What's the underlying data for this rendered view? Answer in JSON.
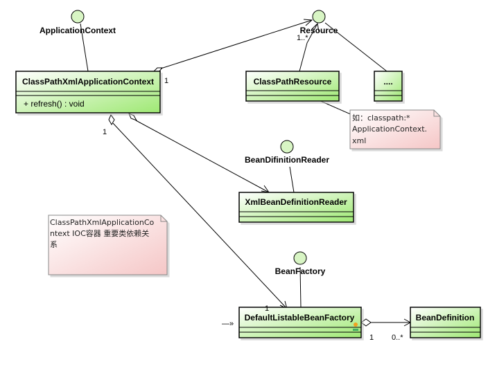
{
  "colors": {
    "class_fill_start": "#ffffff",
    "class_fill_end": "#9ee873",
    "note_fill_start": "#ffffff",
    "note_fill_end": "#f5c6c6",
    "lollipop_fill": "#d8f5c4"
  },
  "interfaces": {
    "application_context": "ApplicationContext",
    "resource": "Resource",
    "bean_difinition_reader": "BeanDifinitionReader",
    "bean_factory": "BeanFactory"
  },
  "classes": {
    "classpath_xml_app_ctx": {
      "name": "ClassPathXmlApplicationContext",
      "members": [
        "+ refresh() : void"
      ]
    },
    "classpath_resource": {
      "name": "ClassPathResource"
    },
    "ellipsis_class": {
      "name": "...."
    },
    "xml_bean_definition_reader": {
      "name": "XmlBeanDefinitionReader"
    },
    "default_listable_bean_factory": {
      "name": "DefaultListableBeanFactory"
    },
    "bean_definition": {
      "name": "BeanDefinition"
    }
  },
  "notes": {
    "resource_note": [
      "如：classpath:*",
      "ApplicationContext.",
      "xml"
    ],
    "ioc_note": [
      "ClassPathXmlApplicationCo",
      "ntext IOC容器 重要类依赖关",
      "系"
    ]
  },
  "multiplicities": {
    "ctx_resource_source": "1",
    "ctx_resource_target": "1..*",
    "ctx_factory_source": "1",
    "ctx_factory_target": "1",
    "factory_definition_source": "1",
    "factory_definition_target": "0..*"
  },
  "markers": {
    "entry_arrow": "—»"
  }
}
